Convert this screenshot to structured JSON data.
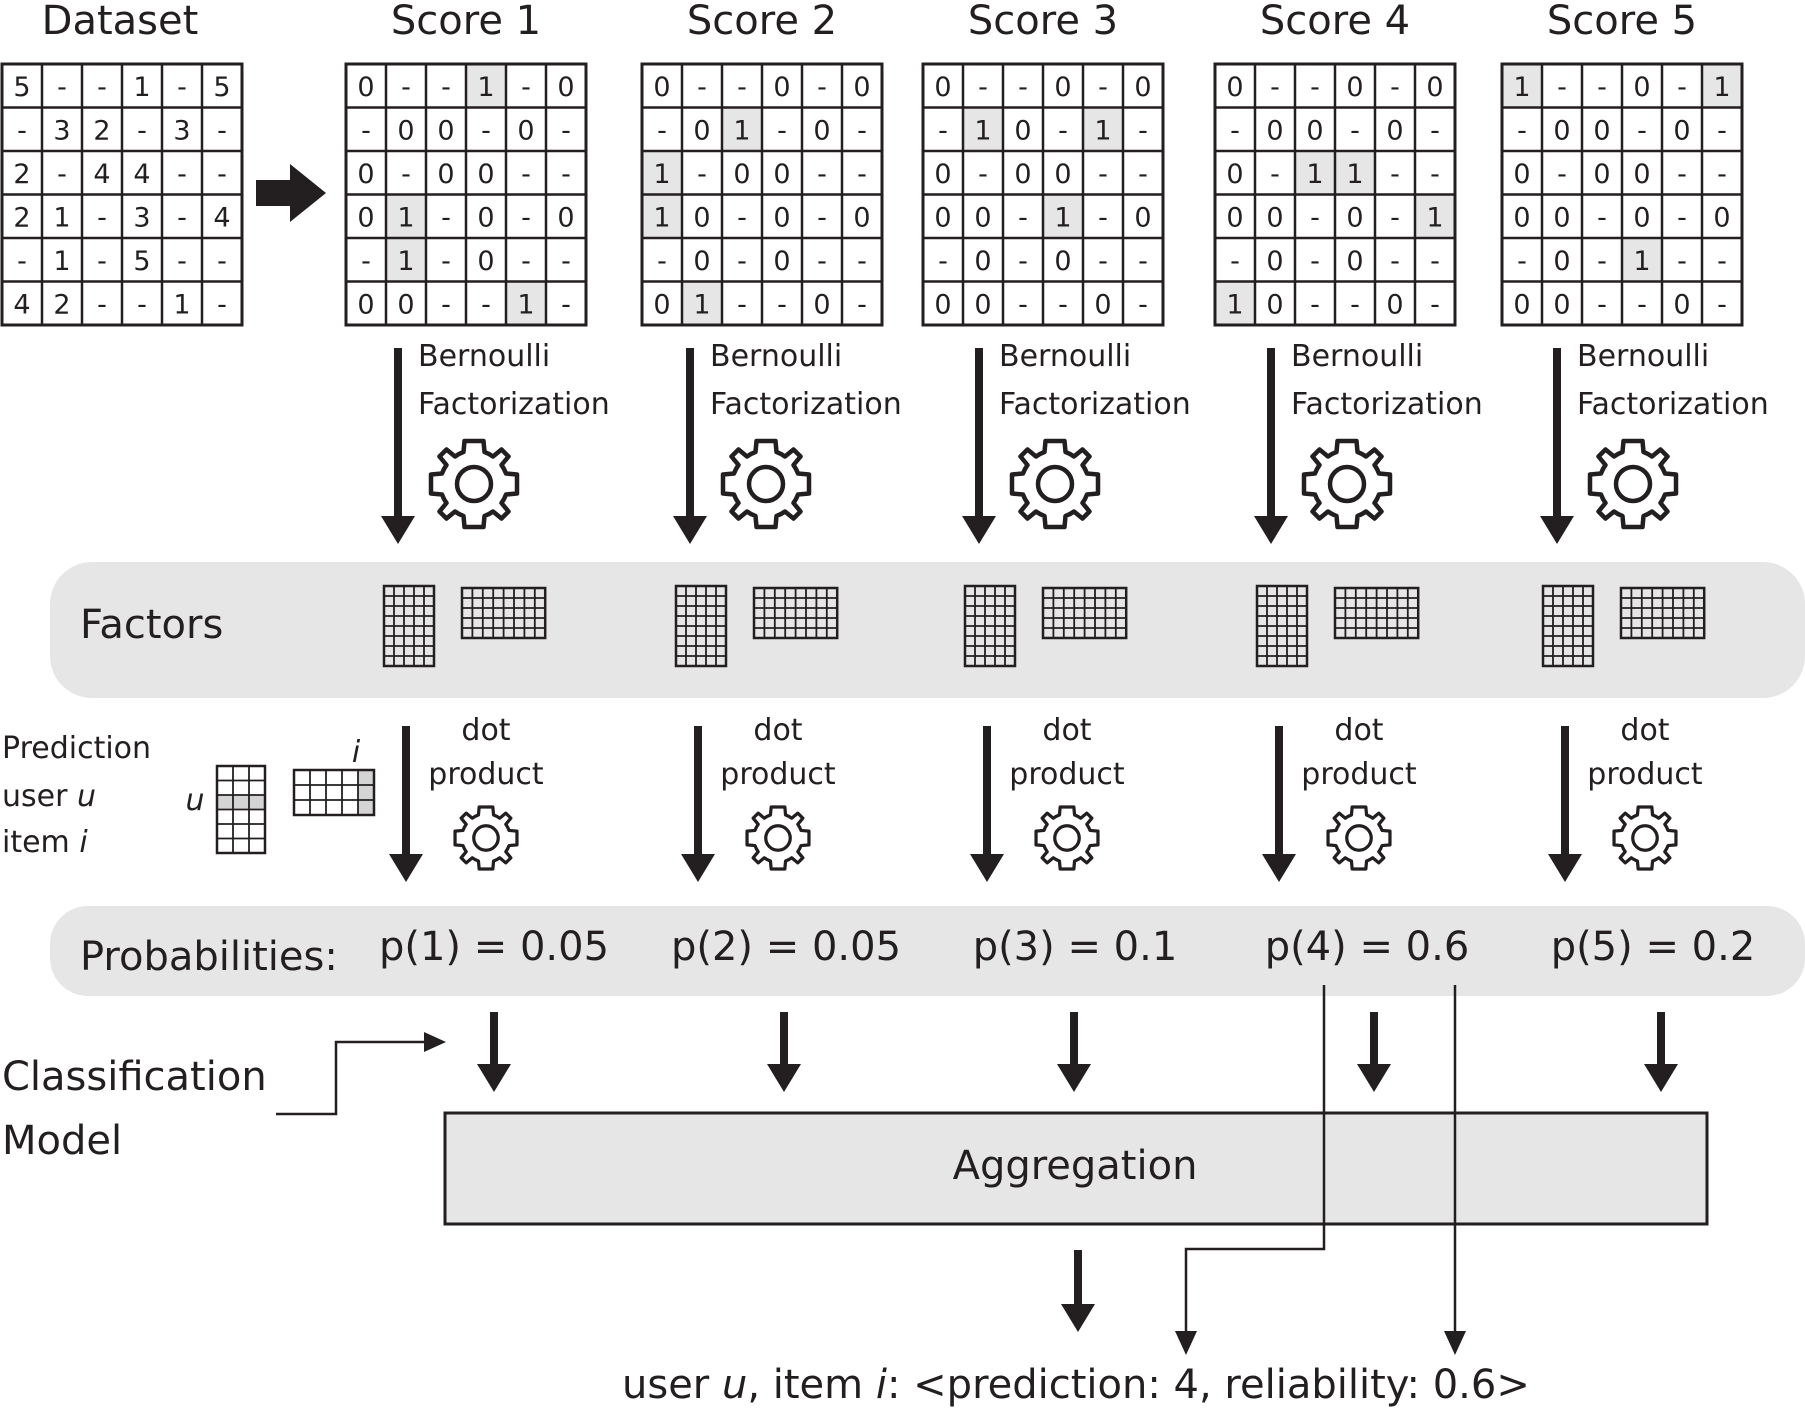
{
  "dataset": {
    "title": "Dataset",
    "matrix": [
      [
        "5",
        "-",
        "-",
        "1",
        "-",
        "5"
      ],
      [
        "-",
        "3",
        "2",
        "-",
        "3",
        "-"
      ],
      [
        "2",
        "-",
        "4",
        "4",
        "-",
        "-"
      ],
      [
        "2",
        "1",
        "-",
        "3",
        "-",
        "4"
      ],
      [
        "-",
        "1",
        "-",
        "5",
        "-",
        "-"
      ],
      [
        "4",
        "2",
        "-",
        "-",
        "1",
        "-"
      ]
    ]
  },
  "scores": [
    {
      "title": "Score 1",
      "matrix": [
        [
          "0",
          "-",
          "-",
          "1",
          "-",
          "0"
        ],
        [
          "-",
          "0",
          "0",
          "-",
          "0",
          "-"
        ],
        [
          "0",
          "-",
          "0",
          "0",
          "-",
          "-"
        ],
        [
          "0",
          "1",
          "-",
          "0",
          "-",
          "0"
        ],
        [
          "-",
          "1",
          "-",
          "0",
          "-",
          "-"
        ],
        [
          "0",
          "0",
          "-",
          "-",
          "1",
          "-"
        ]
      ],
      "probability": "p(1) = 0.05"
    },
    {
      "title": "Score 2",
      "matrix": [
        [
          "0",
          "-",
          "-",
          "0",
          "-",
          "0"
        ],
        [
          "-",
          "0",
          "1",
          "-",
          "0",
          "-"
        ],
        [
          "1",
          "-",
          "0",
          "0",
          "-",
          "-"
        ],
        [
          "1",
          "0",
          "-",
          "0",
          "-",
          "0"
        ],
        [
          "-",
          "0",
          "-",
          "0",
          "-",
          "-"
        ],
        [
          "0",
          "1",
          "-",
          "-",
          "0",
          "-"
        ]
      ],
      "probability": "p(2) = 0.05"
    },
    {
      "title": "Score 3",
      "matrix": [
        [
          "0",
          "-",
          "-",
          "0",
          "-",
          "0"
        ],
        [
          "-",
          "1",
          "0",
          "-",
          "1",
          "-"
        ],
        [
          "0",
          "-",
          "0",
          "0",
          "-",
          "-"
        ],
        [
          "0",
          "0",
          "-",
          "1",
          "-",
          "0"
        ],
        [
          "-",
          "0",
          "-",
          "0",
          "-",
          "-"
        ],
        [
          "0",
          "0",
          "-",
          "-",
          "0",
          "-"
        ]
      ],
      "probability": "p(3) = 0.1"
    },
    {
      "title": "Score 4",
      "matrix": [
        [
          "0",
          "-",
          "-",
          "0",
          "-",
          "0"
        ],
        [
          "-",
          "0",
          "0",
          "-",
          "0",
          "-"
        ],
        [
          "0",
          "-",
          "1",
          "1",
          "-",
          "-"
        ],
        [
          "0",
          "0",
          "-",
          "0",
          "-",
          "1"
        ],
        [
          "-",
          "0",
          "-",
          "0",
          "-",
          "-"
        ],
        [
          "1",
          "0",
          "-",
          "-",
          "0",
          "-"
        ]
      ],
      "probability": "p(4) = 0.6"
    },
    {
      "title": "Score 5",
      "matrix": [
        [
          "1",
          "-",
          "-",
          "0",
          "-",
          "1"
        ],
        [
          "-",
          "0",
          "0",
          "-",
          "0",
          "-"
        ],
        [
          "0",
          "-",
          "0",
          "0",
          "-",
          "-"
        ],
        [
          "0",
          "0",
          "-",
          "0",
          "-",
          "0"
        ],
        [
          "-",
          "0",
          "-",
          "1",
          "-",
          "-"
        ],
        [
          "0",
          "0",
          "-",
          "-",
          "0",
          "-"
        ]
      ],
      "probability": "p(5) = 0.2"
    }
  ],
  "factorization": {
    "line1": "Bernoulli",
    "line2": "Factorization",
    "icon": "gear-icon"
  },
  "dot_product": {
    "line1": "dot",
    "line2": "product",
    "icon": "gear-icon"
  },
  "factors_band": {
    "label": "Factors"
  },
  "probabilities_band": {
    "label": "Probabilities:"
  },
  "prediction": {
    "line1": "Prediction",
    "line2_prefix": "user ",
    "line2_var": "u",
    "line3_prefix": "item ",
    "line3_var": "i",
    "user_var": "u",
    "item_var": "i"
  },
  "classification": {
    "line1": "Classification",
    "line2": "Model"
  },
  "aggregation": {
    "label": "Aggregation"
  },
  "result": {
    "prefix": "user ",
    "user_var": "u",
    "middle": ", item ",
    "item_var": "i",
    "suffix": ": <prediction: 4, reliability: 0.6>"
  },
  "colors": {
    "ink": "#231f20",
    "band": "#e6e6e6",
    "highlight": "#e6e6e6",
    "stroke": "#231f20"
  }
}
